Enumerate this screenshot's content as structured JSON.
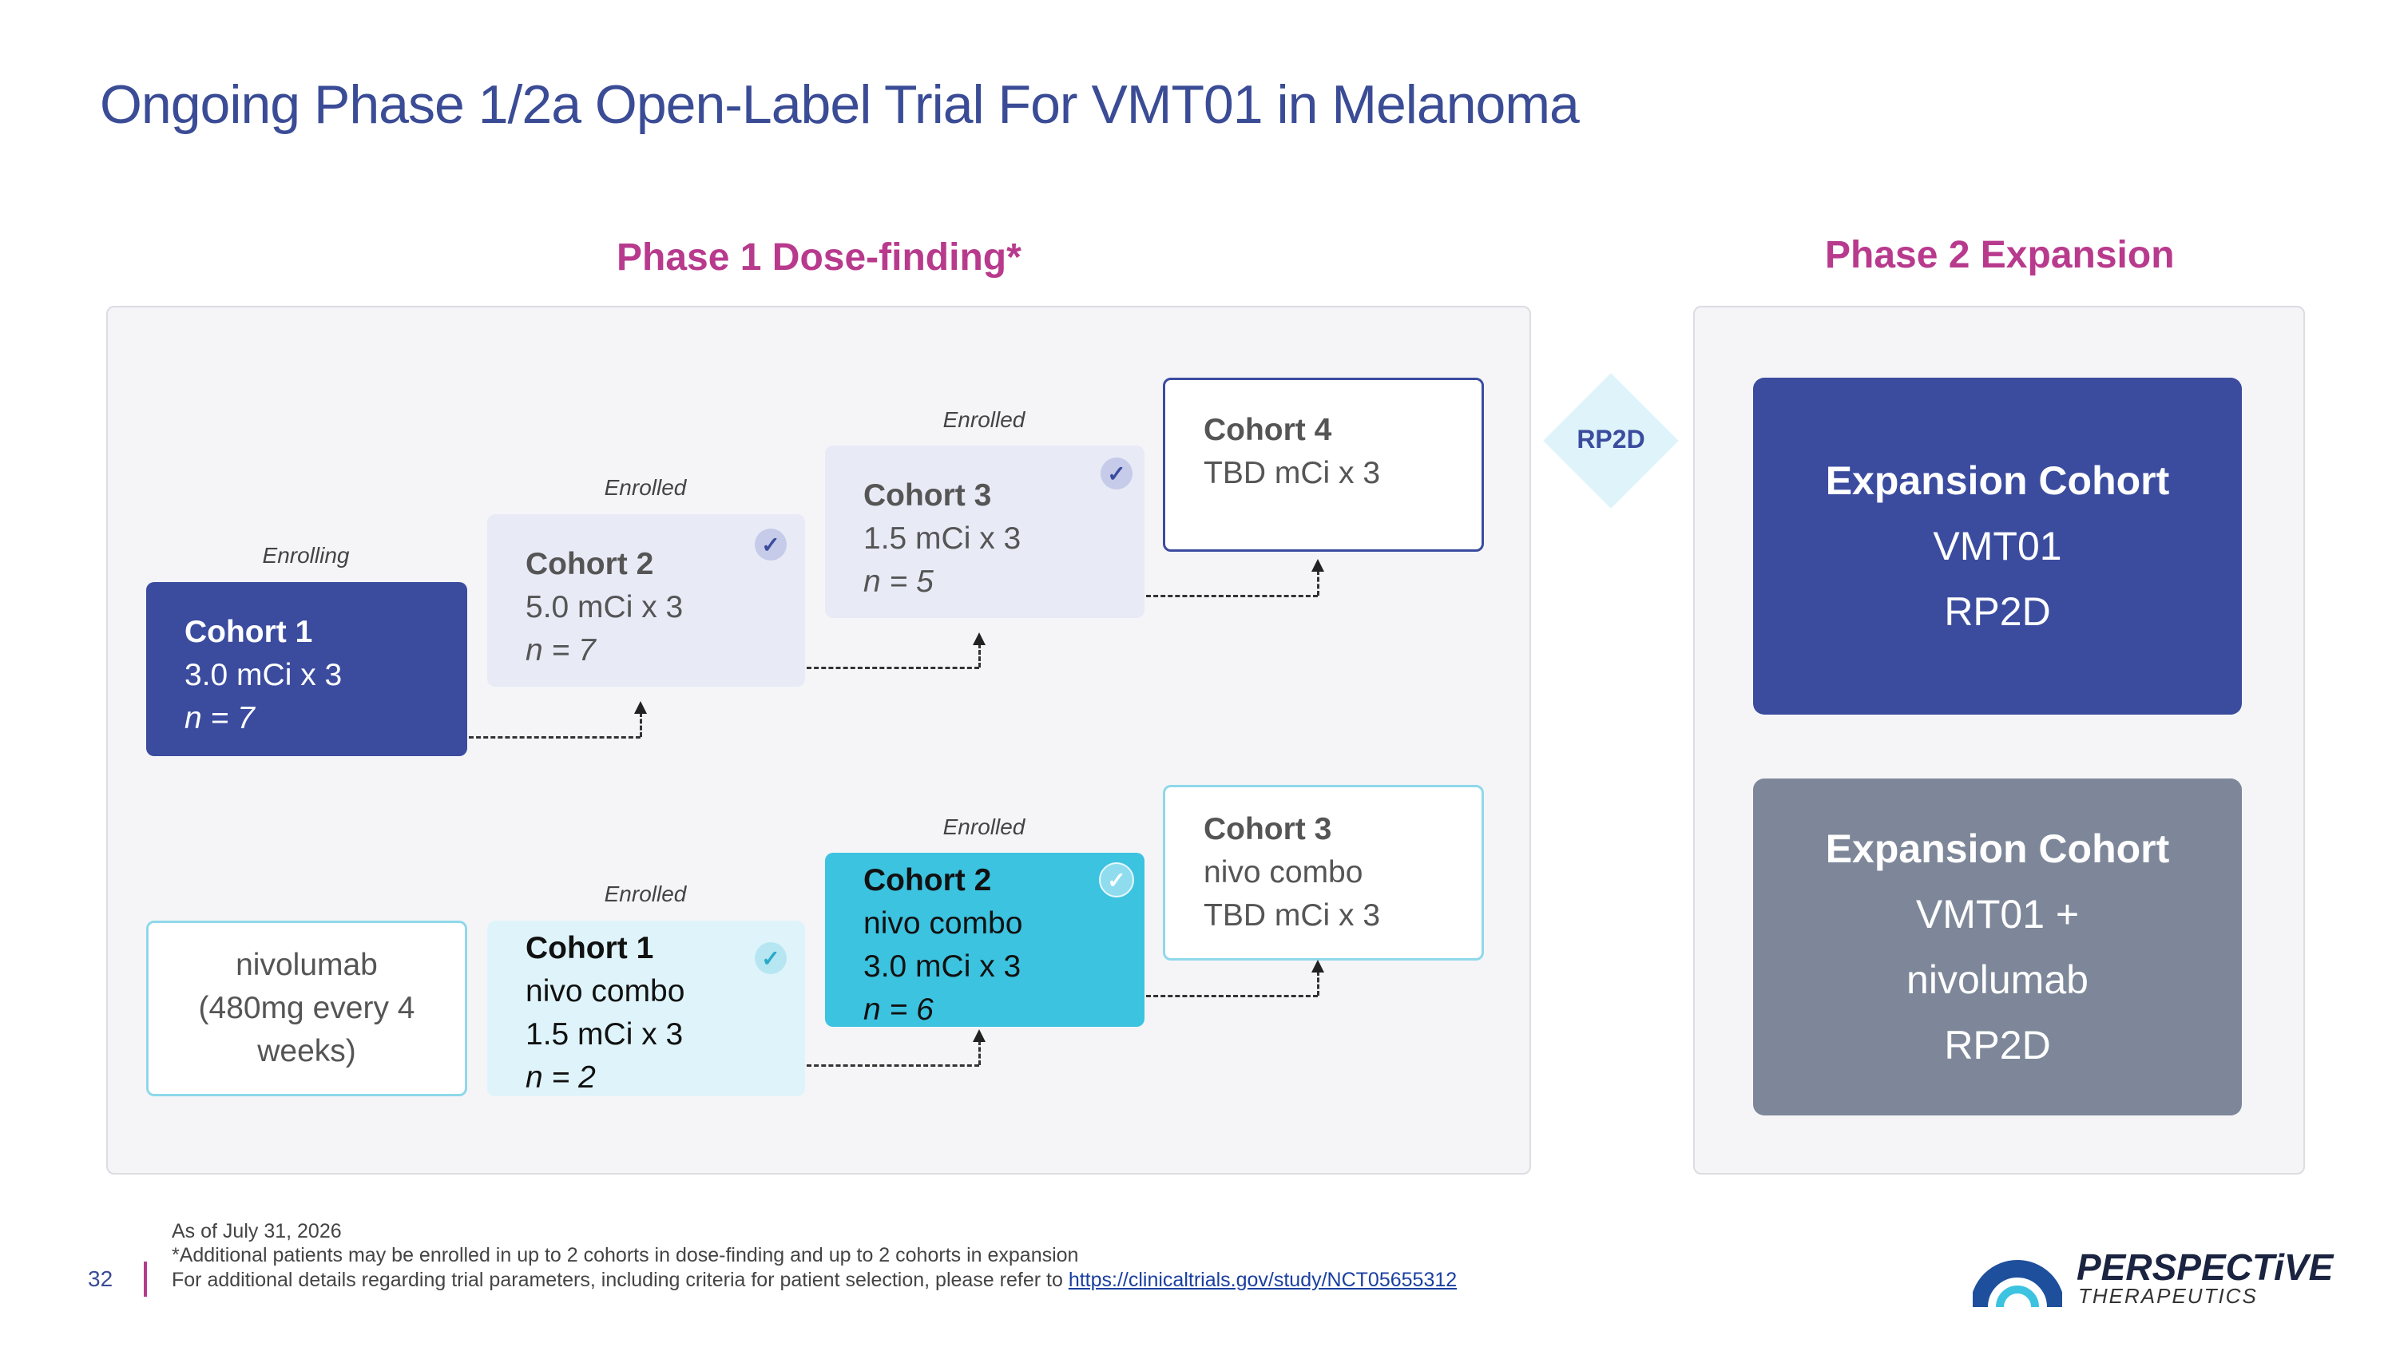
{
  "title": "Ongoing Phase 1/2a Open-Label Trial For VMT01 in Melanoma",
  "phase1_heading": "Phase 1 Dose-finding*",
  "phase2_heading": "Phase 2 Expansion",
  "rp2d_label": "RP2D",
  "monotherapy": {
    "cohort1": {
      "status": "Enrolling",
      "name": "Cohort 1",
      "dose": "3.0 mCi x 3",
      "n": "n = 7"
    },
    "cohort2": {
      "status": "Enrolled",
      "name": "Cohort 2",
      "dose": "5.0 mCi x 3",
      "n": "n = 7"
    },
    "cohort3": {
      "status": "Enrolled",
      "name": "Cohort 3",
      "dose": "1.5 mCi x 3",
      "n": "n = 5"
    },
    "cohort4": {
      "name": "Cohort 4",
      "dose": "TBD mCi x 3"
    }
  },
  "combo": {
    "nivo_box": {
      "line1": "nivolumab",
      "line2": "(480mg every 4",
      "line3": "weeks)"
    },
    "cohort1": {
      "status": "Enrolled",
      "name": "Cohort 1",
      "line1": "nivo combo",
      "dose": "1.5 mCi x 3",
      "n": "n = 2"
    },
    "cohort2": {
      "status": "Enrolled",
      "name": "Cohort 2",
      "line1": "nivo combo",
      "dose": "3.0 mCi x 3",
      "n": "n = 6"
    },
    "cohort3": {
      "name": "Cohort 3",
      "line1": "nivo combo",
      "dose": "TBD mCi x 3"
    }
  },
  "expansion": {
    "box1": {
      "title": "Expansion Cohort",
      "line1": "VMT01",
      "line2": "RP2D"
    },
    "box2": {
      "title": "Expansion Cohort",
      "line1": "VMT01 +",
      "line2": "nivolumab",
      "line3": "RP2D"
    }
  },
  "footer": {
    "page_number": "32",
    "line1": "As of July 31, 2026",
    "line2": "*Additional patients may be enrolled in up to 2 cohorts in dose-finding and up to 2 cohorts in expansion",
    "line3": "For additional details regarding trial parameters, including criteria for patient selection, please refer to",
    "link": "https://clinicaltrials.gov/study/NCT05655312"
  },
  "logo": {
    "name": "PERSPECTiVE",
    "sub": "THERAPEUTICS"
  },
  "colors": {
    "navy": "#3b4c9f",
    "pink": "#b83a8d",
    "lavender": "#e8eaf6",
    "teal": "#3cc3e0",
    "light_teal": "#dff4fa",
    "gray": "#7d8799"
  }
}
